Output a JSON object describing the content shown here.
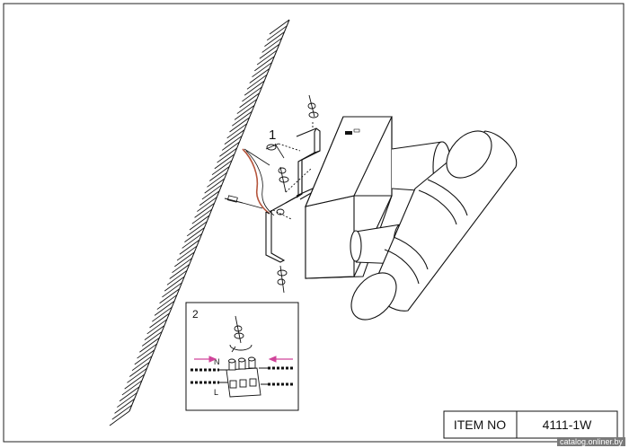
{
  "steps": {
    "step1": "1",
    "step2": "2"
  },
  "wires": {
    "neutral": "N",
    "live": "L"
  },
  "title_block": {
    "item_label": "ITEM NO",
    "item_value": "4111-1W"
  },
  "watermark": "catalog.onliner.by",
  "colors": {
    "line": "#111111",
    "wire": "#b5553c",
    "arrow": "#d0449a"
  }
}
